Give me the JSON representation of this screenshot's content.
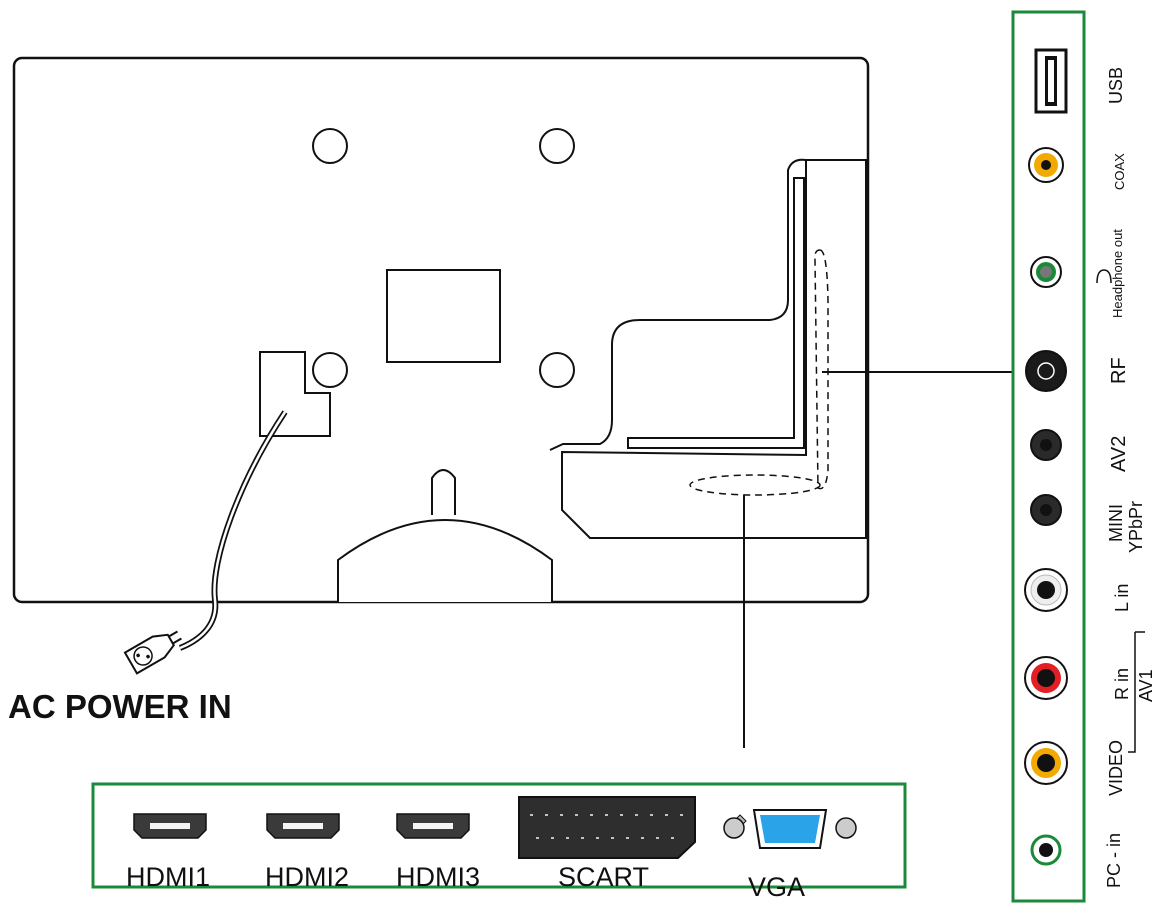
{
  "power_label": "AC POWER IN",
  "bottom_panel": {
    "ports": [
      {
        "name": "hdmi1",
        "label": "HDMI1"
      },
      {
        "name": "hdmi2",
        "label": "HDMI2"
      },
      {
        "name": "hdmi3",
        "label": "HDMI3"
      },
      {
        "name": "scart",
        "label": "SCART"
      },
      {
        "name": "vga",
        "label": "VGA"
      }
    ]
  },
  "side_panel": {
    "ports": [
      {
        "name": "usb",
        "label": "USB"
      },
      {
        "name": "coax",
        "label": "COAX"
      },
      {
        "name": "headphone-out",
        "label": "Headphone out"
      },
      {
        "name": "rf",
        "label": "RF"
      },
      {
        "name": "av2",
        "label": "AV2"
      },
      {
        "name": "mini-ypbpr",
        "label_line1": "MINI",
        "label_line2": "YPbPr"
      },
      {
        "name": "l-in",
        "label": "L in"
      },
      {
        "name": "r-in",
        "label": "R in"
      },
      {
        "name": "video",
        "label": "VIDEO"
      },
      {
        "name": "pc-in",
        "label": "PC - in"
      }
    ],
    "group_label": "AV1"
  },
  "colors": {
    "panel_border": "#1a8a3a",
    "coax": "#f2a900",
    "red_jack": "#e31e24",
    "video_jack": "#f2a900",
    "headphone_ring": "#1a8a3a",
    "vga": "#2aa3e8",
    "outline": "#111111"
  }
}
